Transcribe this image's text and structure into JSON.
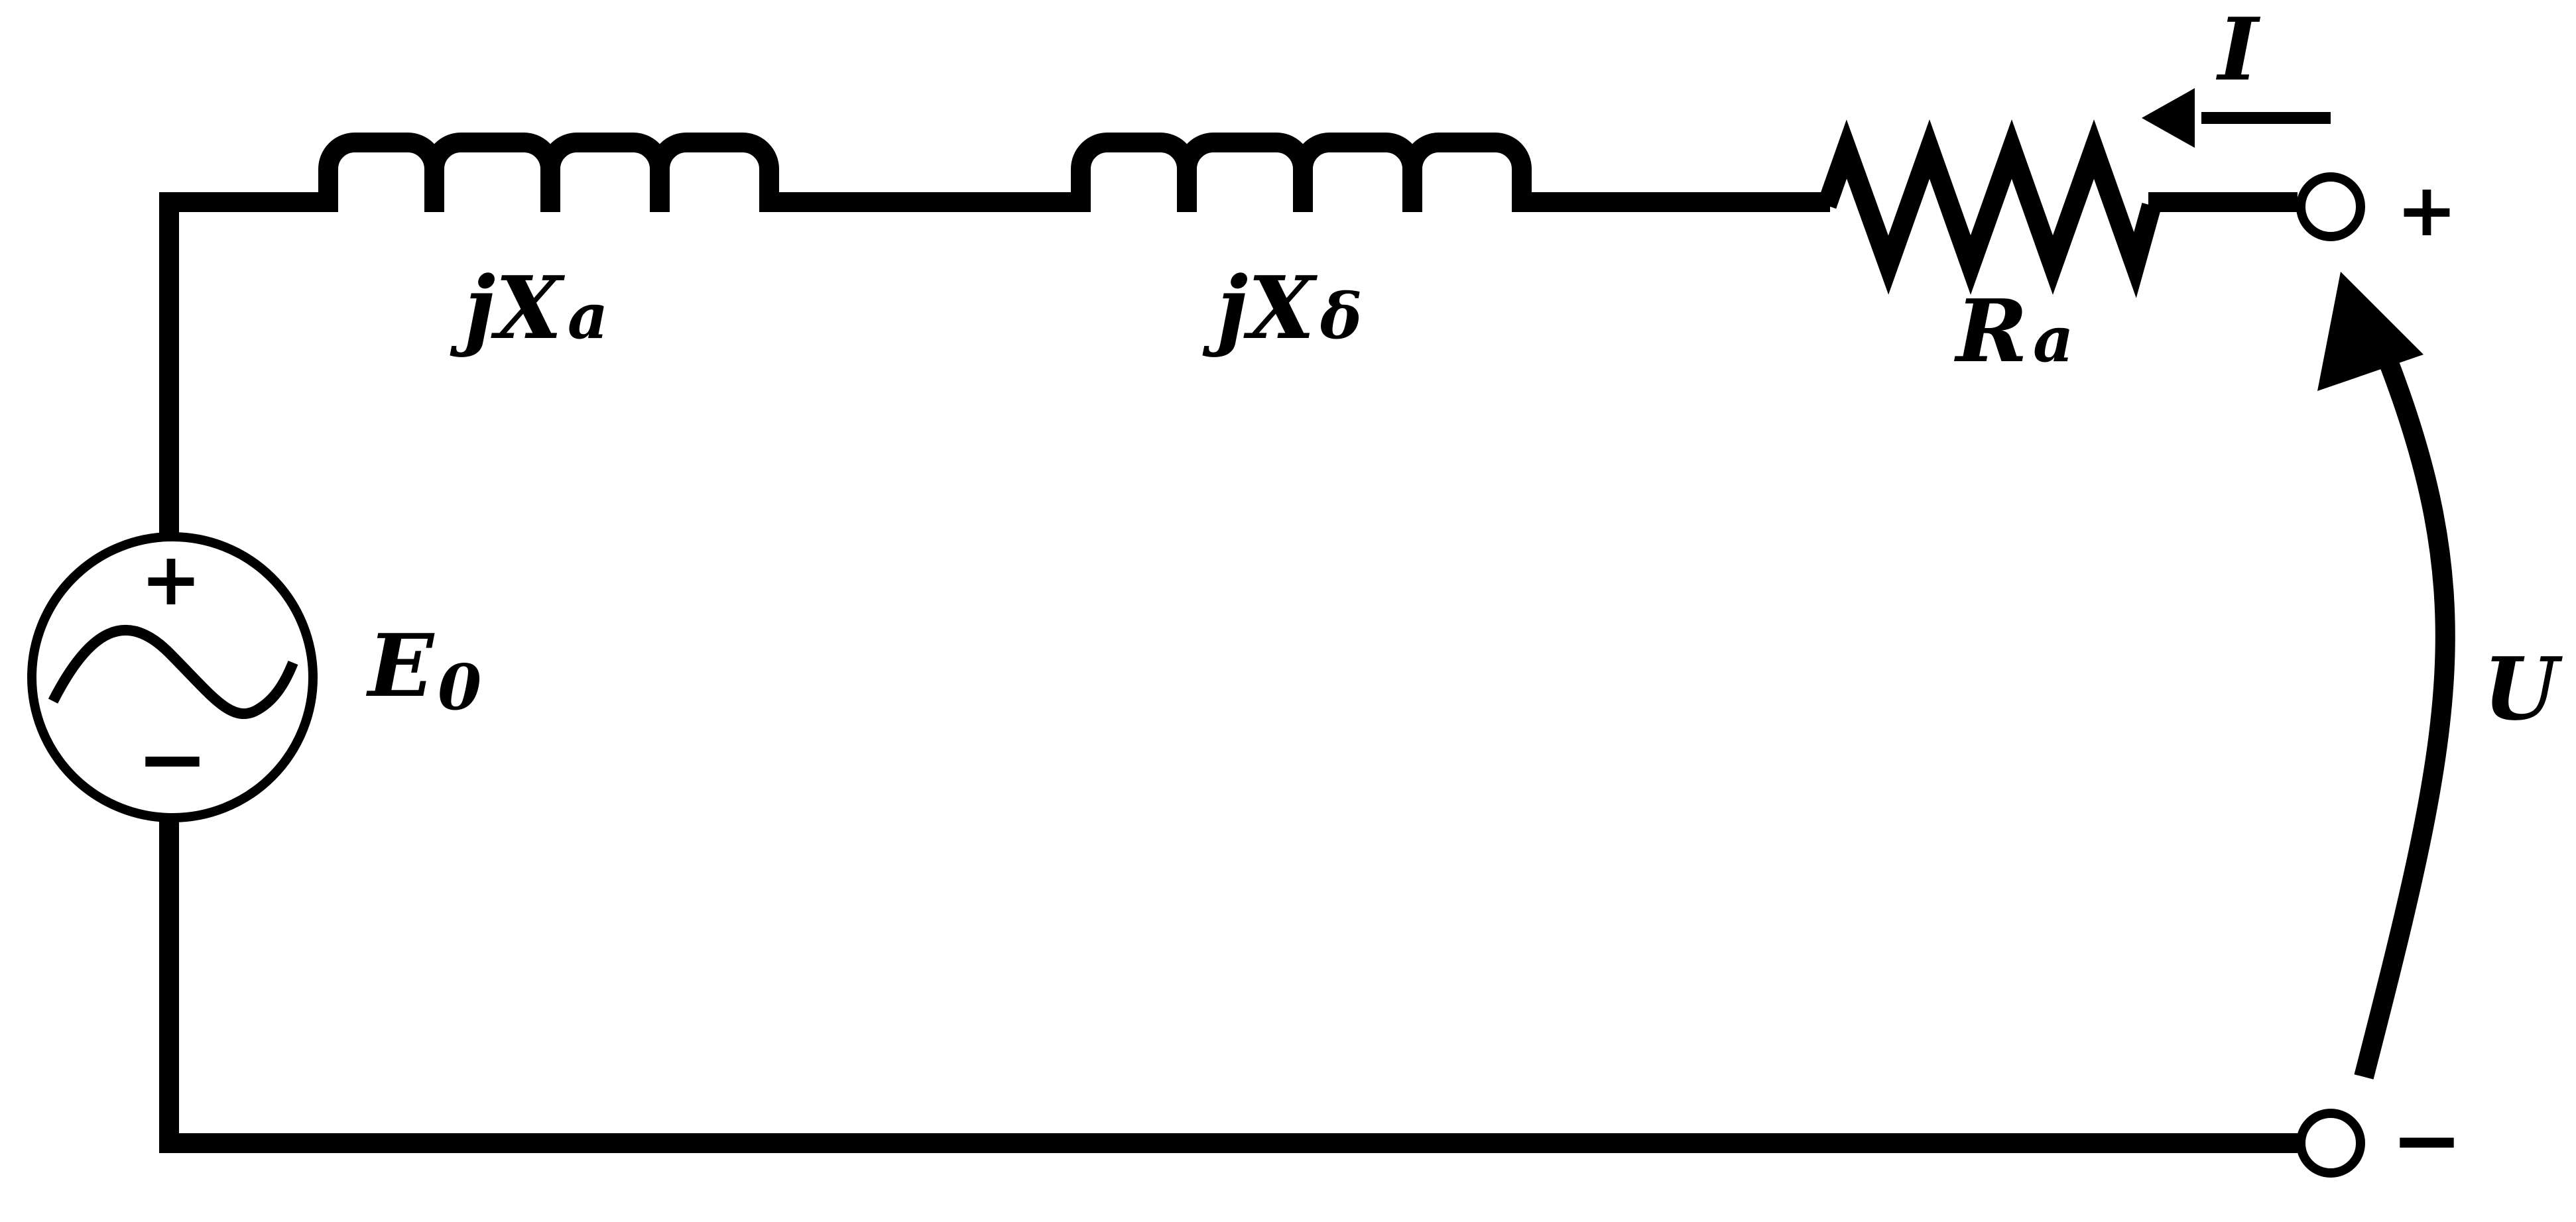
{
  "labels": {
    "inductor_a": {
      "main": "jX",
      "sub": "a"
    },
    "inductor_delta": {
      "main": "jX",
      "sub": "δ"
    },
    "resistor": {
      "main": "R",
      "sub": "a"
    },
    "source": {
      "main": "E",
      "sub": "0"
    },
    "current": "I",
    "voltage": "U"
  },
  "signs": {
    "source_plus": "+",
    "source_minus": "−",
    "terminal_plus": "+",
    "terminal_minus": "−"
  },
  "colors": {
    "stroke": "#000000",
    "background": "#ffffff"
  }
}
